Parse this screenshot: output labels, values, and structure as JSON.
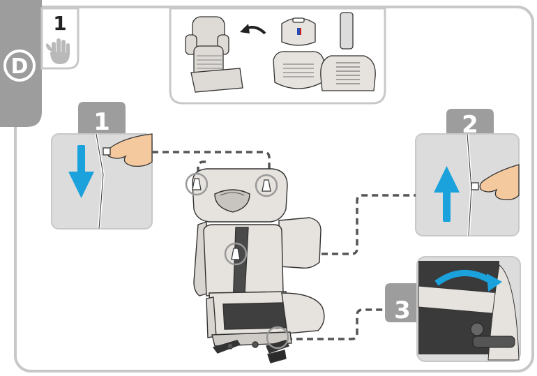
{
  "section_tab": {
    "letter": "D"
  },
  "step_box": {
    "number": "1",
    "icon": "hand-icon"
  },
  "panels": {
    "step1": {
      "number": "1",
      "arrow": "down-arrow-icon"
    },
    "step2": {
      "number": "2",
      "arrow": "up-arrow-icon"
    },
    "step3": {
      "number": "3",
      "arrow": "curved-arrow-icon"
    }
  },
  "colors": {
    "frame": "#c8c8c8",
    "panel_fill": "#dcdcdc",
    "tab_fill": "#9d9d9d",
    "arrow_blue": "#1ba1dc",
    "seat_fill": "#e6e2dd",
    "dash": "#555555"
  }
}
